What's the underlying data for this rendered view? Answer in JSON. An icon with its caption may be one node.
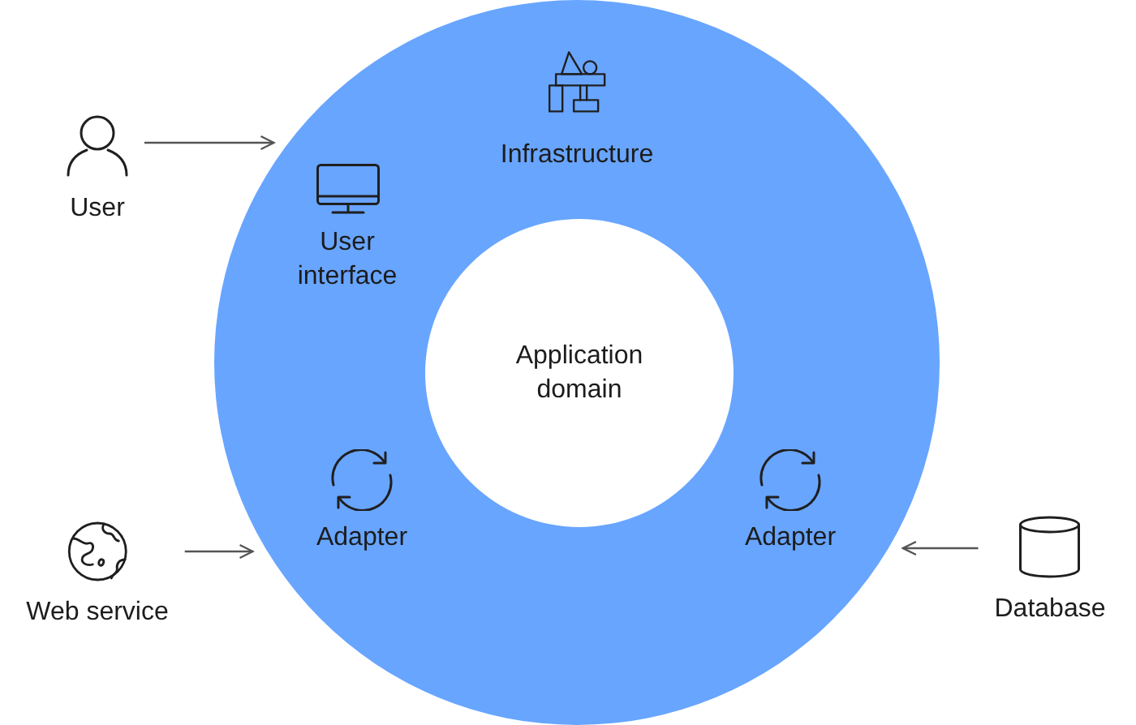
{
  "diagram": {
    "nodes": [
      {
        "text": [
          "Infrastructure"
        ]
      },
      {
        "text": [
          "User"
        ]
      },
      {
        "text": [
          "User interface"
        ],
        "in": 0
      },
      {
        "text": [
          "Application domain"
        ],
        "in": 0
      },
      {
        "text": [
          "Adapter"
        ],
        "in": 0
      },
      {
        "text": [
          "Adapter"
        ],
        "in": 0
      },
      {
        "text": [
          "Web service"
        ]
      },
      {
        "text": [
          "Database"
        ]
      }
    ],
    "edges": [
      {
        "from": 1,
        "to": 2,
        "arrow": "to"
      },
      {
        "from": 6,
        "to": 4,
        "arrow": "to"
      },
      {
        "from": 7,
        "to": 5,
        "arrow": "to"
      }
    ]
  }
}
